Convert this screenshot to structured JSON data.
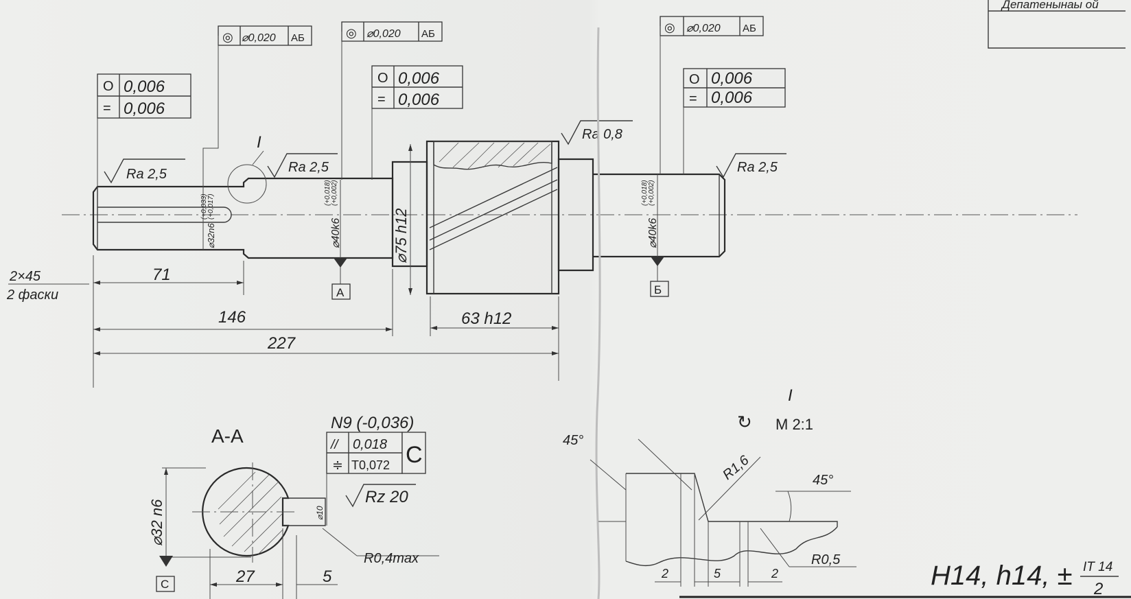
{
  "title_block": {
    "text": "Депатенынаы ой"
  },
  "shaft": {
    "tolerance_frames": [
      {
        "id": "f1",
        "symbol": "◎",
        "value": "⌀0,020",
        "datum": "АБ"
      },
      {
        "id": "f2",
        "symbol": "◎",
        "value": "⌀0,020",
        "datum": "АБ"
      },
      {
        "id": "f3",
        "symbol": "◎",
        "value": "⌀0,020",
        "datum": "АБ"
      }
    ],
    "form_frames": [
      {
        "id": "g1",
        "rows": [
          {
            "symbol": "O",
            "value": "0,006"
          },
          {
            "symbol": "=",
            "value": "0,006"
          }
        ]
      },
      {
        "id": "g2",
        "rows": [
          {
            "symbol": "O",
            "value": "0,006"
          },
          {
            "symbol": "=",
            "value": "0,006"
          }
        ]
      },
      {
        "id": "g3",
        "rows": [
          {
            "symbol": "O",
            "value": "0,006"
          },
          {
            "symbol": "=",
            "value": "0,006"
          }
        ]
      }
    ],
    "roughness": [
      "Ra 2,5",
      "Ra 2,5",
      "Ra 0,8",
      "Ra 2,5"
    ],
    "diameters": {
      "d32": "⌀32n6",
      "d32_tol_top": "(+0,033)",
      "d32_tol_bot": "(+0,017)",
      "d40a": "⌀40k6",
      "d40a_tol_top": "(+0,018)",
      "d40a_tol_bot": "(+0,002)",
      "d75": "⌀75 h12",
      "d40b": "⌀40k6",
      "d40b_tol_top": "(+0,018)",
      "d40b_tol_bot": "(+0,002)"
    },
    "detail_mark": "I",
    "datum_a": "А",
    "datum_b": "Б",
    "chamfer_top": "2×45",
    "chamfer_bottom": "2 фаски",
    "lengths": {
      "l71": "71",
      "l146": "146",
      "l227": "227",
      "l63": "63 h12"
    }
  },
  "section": {
    "title": "А-А",
    "slot_fit": "N9 (-0,036)",
    "parallel": {
      "symbol": "//",
      "value": "0,018"
    },
    "symmetry": {
      "symbol": "≑",
      "value": "T0,072"
    },
    "datum_c": "C",
    "roughness": "Rz 20",
    "slot_width": "⌀10",
    "diameter": "⌀32 n6",
    "radius": "R0,4max",
    "dim27": "27",
    "dim5": "5",
    "datum_c_label": "C"
  },
  "detail": {
    "title": "I",
    "scale": "M 2:1",
    "angle_left": "45°",
    "angle_right": "45°",
    "r16": "R1,6",
    "r05": "R0,5",
    "dim2a": "2",
    "dim5": "5",
    "dim2b": "2"
  },
  "general_tolerance": {
    "main": "H14, h14, ±",
    "frac_top": "IT 14",
    "frac_bottom": "2"
  }
}
